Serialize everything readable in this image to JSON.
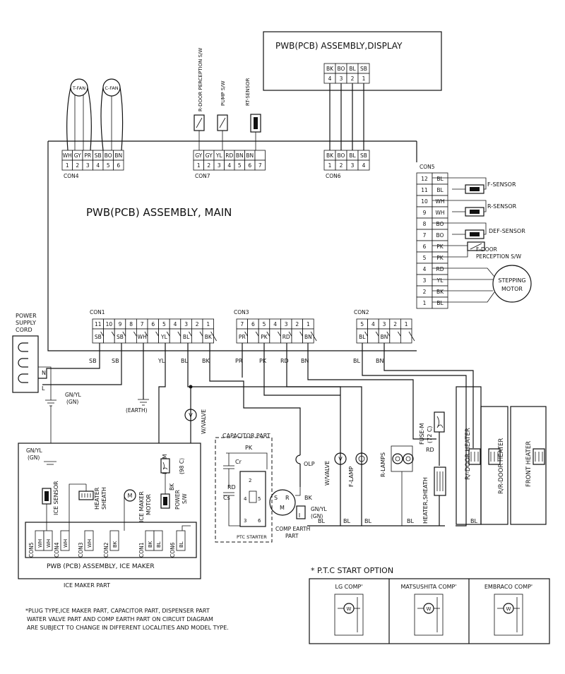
{
  "boards": {
    "display": "PWB(PCB) ASSEMBLY,DISPLAY",
    "main": "PWB(PCB) ASSEMBLY, MAIN",
    "ice_maker": "PWB (PCB) ASSEMBLY, ICE MAKER",
    "ice_maker_part": "ICE MAKER PART"
  },
  "display_connector": {
    "colors": [
      "BK",
      "BO",
      "BL",
      "SB"
    ],
    "pins": [
      "4",
      "3",
      "2",
      "1"
    ]
  },
  "con4": {
    "name": "CON4",
    "colors": [
      "WH",
      "GY",
      "PR",
      "SB",
      "BO",
      "BN"
    ],
    "pins": [
      "1",
      "2",
      "3",
      "4",
      "5",
      "6"
    ]
  },
  "con7": {
    "name": "CON7",
    "colors": [
      "GY",
      "GY",
      "YL",
      "RD",
      "BN",
      "BN",
      ""
    ],
    "pins": [
      "1",
      "2",
      "3",
      "4",
      "5",
      "6",
      "7"
    ]
  },
  "con6": {
    "name": "CON6",
    "colors": [
      "BK",
      "BO",
      "BL",
      "SB"
    ],
    "pins": [
      "1",
      "2",
      "3",
      "4"
    ]
  },
  "con5": {
    "name": "CON5",
    "pins": [
      "12",
      "11",
      "10",
      "9",
      "8",
      "7",
      "6",
      "5",
      "4",
      "3",
      "2",
      "1"
    ],
    "colors": [
      "BL",
      "BL",
      "WH",
      "WH",
      "BO",
      "BO",
      "PK",
      "PK",
      "RD",
      "YL",
      "BK",
      "BL"
    ]
  },
  "con1": {
    "name": "CON1",
    "pins": [
      "11",
      "10",
      "9",
      "8",
      "7",
      "6",
      "5",
      "4",
      "3",
      "2",
      "1"
    ],
    "colors": [
      "SB",
      "",
      "SB",
      "",
      "WH",
      "",
      "YL",
      "",
      "BL",
      "",
      "BK"
    ]
  },
  "con3": {
    "name": "CON3",
    "pins": [
      "7",
      "6",
      "5",
      "4",
      "3",
      "2",
      "1"
    ],
    "colors": [
      "PR",
      "",
      "PK",
      "",
      "RD",
      "",
      "BN"
    ]
  },
  "con2": {
    "name": "CON2",
    "pins": [
      "5",
      "4",
      "3",
      "2",
      "1"
    ],
    "colors": [
      "BL",
      "",
      "BN",
      "",
      ""
    ]
  },
  "components": {
    "t_fan": "T-FAN",
    "c_fan": "C-FAN",
    "r_door_perception": "R-DOOR PERCEPTION S/W",
    "pump_sw": "PUMP S/W",
    "rt_sensor": "RT-SENSOR",
    "f_sensor": "F-SENSOR",
    "r_sensor": "R-SENSOR",
    "def_sensor": "DEF-SENSOR",
    "f_door_perception_1": "F-DOOR",
    "f_door_perception_2": "PERCEPTION S/W",
    "stepping_motor_1": "STEPPING",
    "stepping_motor_2": "MOTOR",
    "power_supply_1": "POWER",
    "power_supply_2": "SUPPLY",
    "power_supply_3": "CORD",
    "earth": "(EARTH)",
    "w_valve_main": "W/VALVE",
    "capacitor_part": "CAPACITOR PART",
    "pk": "PK",
    "cr": "Cr",
    "cs": "Cs",
    "rd": "RD",
    "olp": "OLP",
    "w_valve": "W/VALVE",
    "f_lamp": "F-LAMP",
    "r_lamps": "R-LAMPS",
    "fuse_m_1": "FUSE-M",
    "fuse_m_2": "(72 C)",
    "heater_sheath": "HEATER,SHEATH",
    "rd2": "RD",
    "bk": "BK",
    "gn_yl": "GN/YL",
    "gn": "(GN)",
    "comp_earth_1": "COMP EARTH",
    "comp_earth_2": "PART",
    "ptc_starter": "PTC STARTER",
    "r_door_heater": "R/-DOOR HEATER",
    "rr_door_heater": "R/R-DOOR HEATER",
    "front_heater": "FRONT HEATER",
    "ice_sensor": "ICE SENSOR",
    "heater_sheath_ice_1": "HEATER",
    "heater_sheath_ice_2": "SHEATH",
    "ice_maker_motor_1": "ICE MAKER",
    "ice_maker_motor_2": "MOTOR",
    "fuse_m_ice_1": "FUSE-M",
    "fuse_m_ice_2": "(98 C)",
    "power_sw_1": "POWER",
    "power_sw_2": "S/W",
    "ice_con5": "CON5",
    "ice_con4": "CON4",
    "ice_con3": "CON3",
    "ice_con2": "CON2",
    "ice_con1": "CON1",
    "ice_con6": "CON6"
  },
  "wire_labels": {
    "sb1": "SB",
    "sb2": "SB",
    "yl": "YL",
    "bl": "BL",
    "bk": "BK",
    "pr": "PR",
    "pk": "PK",
    "rd": "RD",
    "bn": "BN",
    "bl2": "BL",
    "bn2": "BN",
    "n": "N",
    "l": "L",
    "gnyl": "GN/YL",
    "gn": "(GN)",
    "gnyl_ice": "GN/YL",
    "gn_ice": "(GN)",
    "bl_b1": "BL",
    "bl_b2": "BL",
    "bl_b3": "BL",
    "bl_b4": "BL",
    "bl_heater": "BL"
  },
  "ice_pins": {
    "con5": [
      "WH",
      "WH"
    ],
    "con4": [
      "WH"
    ],
    "con3": [
      "WH"
    ],
    "con2": [
      "BK"
    ],
    "con1": [
      "BK",
      "BL"
    ],
    "con6": [
      "BL"
    ]
  },
  "ptc": {
    "title": "* P.T.C START OPTION",
    "options": [
      "LG COMP'",
      "MATSUSHITA COMP'",
      "EMBRACO COMP'"
    ]
  },
  "notes": [
    "*PLUG TYPE,ICE MAKER PART, CAPACITOR PART, DISPENSER PART",
    "WATER VALVE PART AND COMP EARTH PART ON CIRCUIT DIAGRAM",
    "ARE SUBJECT TO CHANGE IN DIFFERENT LOCALITIES AND MODEL TYPE."
  ]
}
